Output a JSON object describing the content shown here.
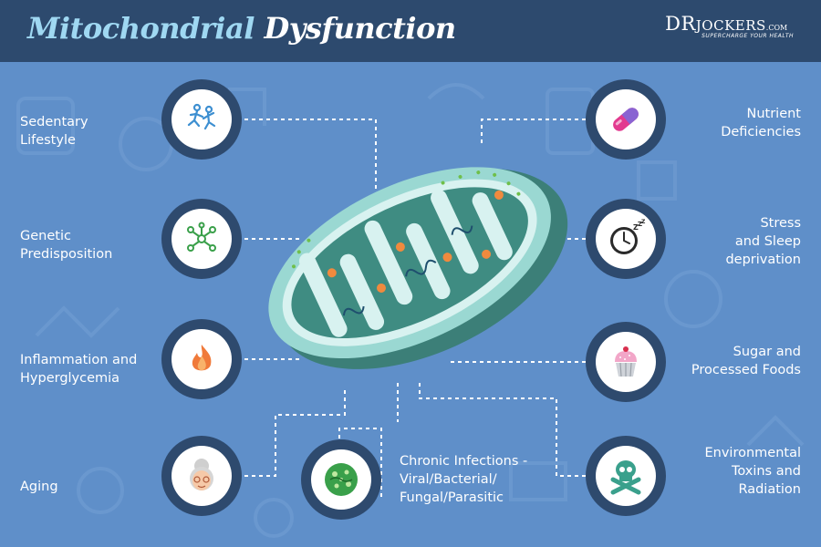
{
  "header": {
    "title_part1": "Mitochondrial",
    "title_part2": "Dysfunction",
    "logo_name_part1": "DR",
    "logo_name_part2": "JOCKERS",
    "logo_domain": ".COM",
    "logo_tagline": "SUPERCHARGE YOUR HEALTH"
  },
  "factors": {
    "sedentary": {
      "line1": "Sedentary",
      "line2": "Lifestyle",
      "icon": "running-people-icon"
    },
    "genetic": {
      "line1": "Genetic",
      "line2": "Predisposition",
      "icon": "molecule-icon"
    },
    "inflammation": {
      "line1": "Inflammation and",
      "line2": "Hyperglycemia",
      "icon": "fire-icon"
    },
    "aging": {
      "line1": "Aging",
      "icon": "grandmother-icon"
    },
    "infections": {
      "line1": "Chronic Infections -",
      "line2": "Viral/Bacterial/",
      "line3": "Fungal/Parasitic",
      "icon": "microbe-icon"
    },
    "nutrient": {
      "line1": "Nutrient",
      "line2": "Deficiencies",
      "icon": "pill-capsule-icon"
    },
    "stress": {
      "line1": "Stress",
      "line2": "and Sleep",
      "line3": "deprivation",
      "icon": "clock-zzz-icon"
    },
    "sugar": {
      "line1": "Sugar and",
      "line2": "Processed Foods",
      "icon": "cupcake-icon"
    },
    "toxins": {
      "line1": "Environmental",
      "line2": "Toxins and",
      "line3": "Radiation",
      "icon": "skull-crossbones-icon"
    }
  },
  "colors": {
    "background": "#5f8fc9",
    "header": "#2d4a6e",
    "node_ring": "#2e4a6e",
    "title_accent": "#9fd8f2",
    "mito_outer": "#8fd3cf",
    "mito_inner": "#3f8c82"
  }
}
